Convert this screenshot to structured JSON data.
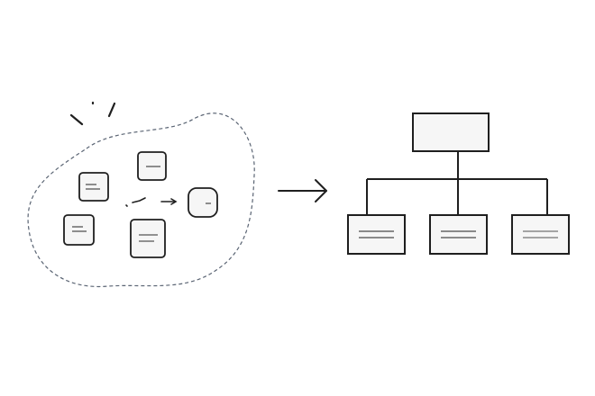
{
  "canvas": {
    "background": "#ffffff"
  },
  "colors": {
    "stroke": "#1f1f1f",
    "dashed_outline": "#5a6473",
    "card_fill": "#f6f6f6",
    "lines": "#6e6e6e"
  },
  "left_cluster": {
    "outline_style": "dashed blob",
    "sparkle_marks": 3,
    "notes": [
      {
        "name": "note-top",
        "lines": 1
      },
      {
        "name": "note-left",
        "lines": 2
      },
      {
        "name": "note-right",
        "lines": 1
      },
      {
        "name": "note-bottom-left",
        "lines": 2
      },
      {
        "name": "note-bottom",
        "lines": 2
      }
    ]
  },
  "arrow": {
    "direction": "right"
  },
  "org_chart": {
    "root": {
      "name": "root-box"
    },
    "children": [
      {
        "name": "child-box-1",
        "lines": 2
      },
      {
        "name": "child-box-2",
        "lines": 2
      },
      {
        "name": "child-box-3",
        "lines": 2
      }
    ]
  }
}
